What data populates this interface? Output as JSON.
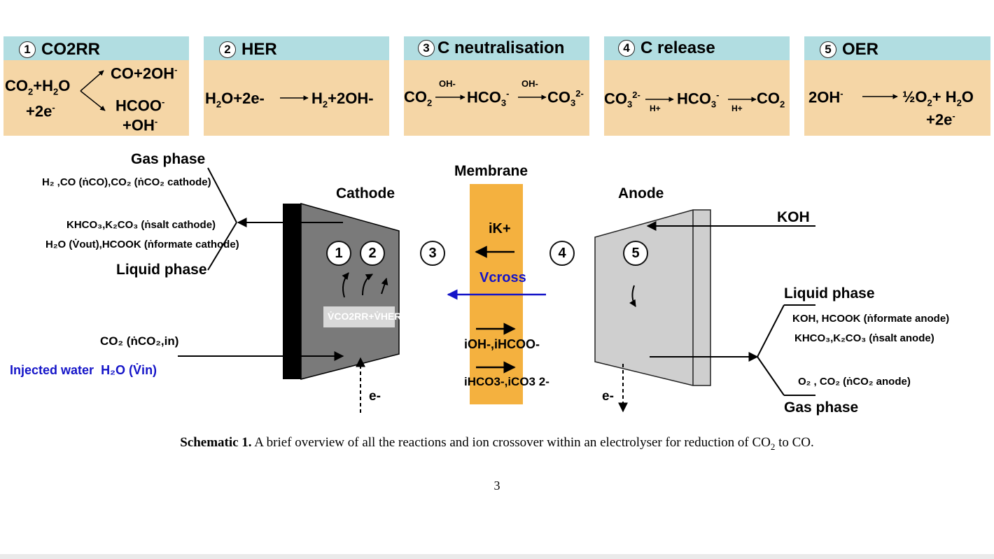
{
  "panels": [
    {
      "num": "1",
      "title": "CO2RR"
    },
    {
      "num": "2",
      "title": "HER"
    },
    {
      "num": "3",
      "title": "C neutralisation"
    },
    {
      "num": "4",
      "title": "C release"
    },
    {
      "num": "5",
      "title": "OER"
    }
  ],
  "reactions": {
    "co2rr_lhs_1": "CO",
    "co2rr_lhs_2": "+H",
    "co2rr_lhs_3": "O",
    "co2rr_lhs_4": "+2e",
    "co2rr_prod1": "CO+2OH",
    "co2rr_prod2a": "HCOO",
    "co2rr_prod2b": "+OH",
    "her_1": "H",
    "her_2": "O+2e-",
    "her_3": "H",
    "her_4": "+2OH-",
    "cn_1": "CO",
    "cn_2": "HCO",
    "cn_3": "CO",
    "cn_oh1": "OH-",
    "cn_oh2": "OH-",
    "cr_1": "CO",
    "cr_2": "HCO",
    "cr_3": "CO",
    "cr_h1": "H+",
    "cr_h2": "H+",
    "oer_1": "2OH",
    "oer_2": "½O",
    "oer_3": "+ H",
    "oer_4": "O",
    "oer_5": "+2e"
  },
  "diagram": {
    "gas_phase_left": "Gas phase",
    "gas_species_left": "H₂ ,CO (ṅCO),CO₂ (ṅCO₂ cathode)",
    "salt_left": "KHCO₃,K₂CO₃ (ṅsalt cathode)",
    "liquid_species_left": "H₂O (V̇out),HCOOK (ṅformate cathode)",
    "liquid_phase_left": "Liquid phase",
    "co2_in": "CO₂ (ṅCO₂,in)",
    "injected_water": "Injected water",
    "injected_water_formula": "H₂O (V̇in)",
    "cathode": "Cathode",
    "membrane": "Membrane",
    "anode": "Anode",
    "koh": "KOH",
    "liquid_phase_right": "Liquid phase",
    "liquid_species_right": "KOH, HCOOK (ṅformate anode)",
    "salt_right": "KHCO₃,K₂CO₃ (ṅsalt anode)",
    "gas_species_right": "O₂ , CO₂ (ṅCO₂ anode)",
    "gas_phase_right": "Gas phase",
    "rate_box": "V̇CO2RR+V̇HER",
    "ik": "iK+",
    "vcross": "Vcross",
    "i_oh_hcoo": "iOH-,iHCOO-",
    "i_hco3_co3": "iHCO3-,iCO3 2-",
    "electron": "e-",
    "nodes": [
      "1",
      "2",
      "3",
      "4",
      "5"
    ]
  },
  "caption": {
    "label": "Schematic 1.",
    "text_before": " A brief overview of all the reactions and ion crossover within an electrolyser for reduction of CO",
    "sub": "2",
    "text_after": " to CO."
  },
  "page_number": "3",
  "colors": {
    "panel_header": "#b1dde1",
    "panel_body": "#f5d6a6",
    "membrane": "#f4b13f",
    "cathode": "#7a7a7a",
    "anode": "#cfcfcf",
    "blue": "#1414c8"
  }
}
